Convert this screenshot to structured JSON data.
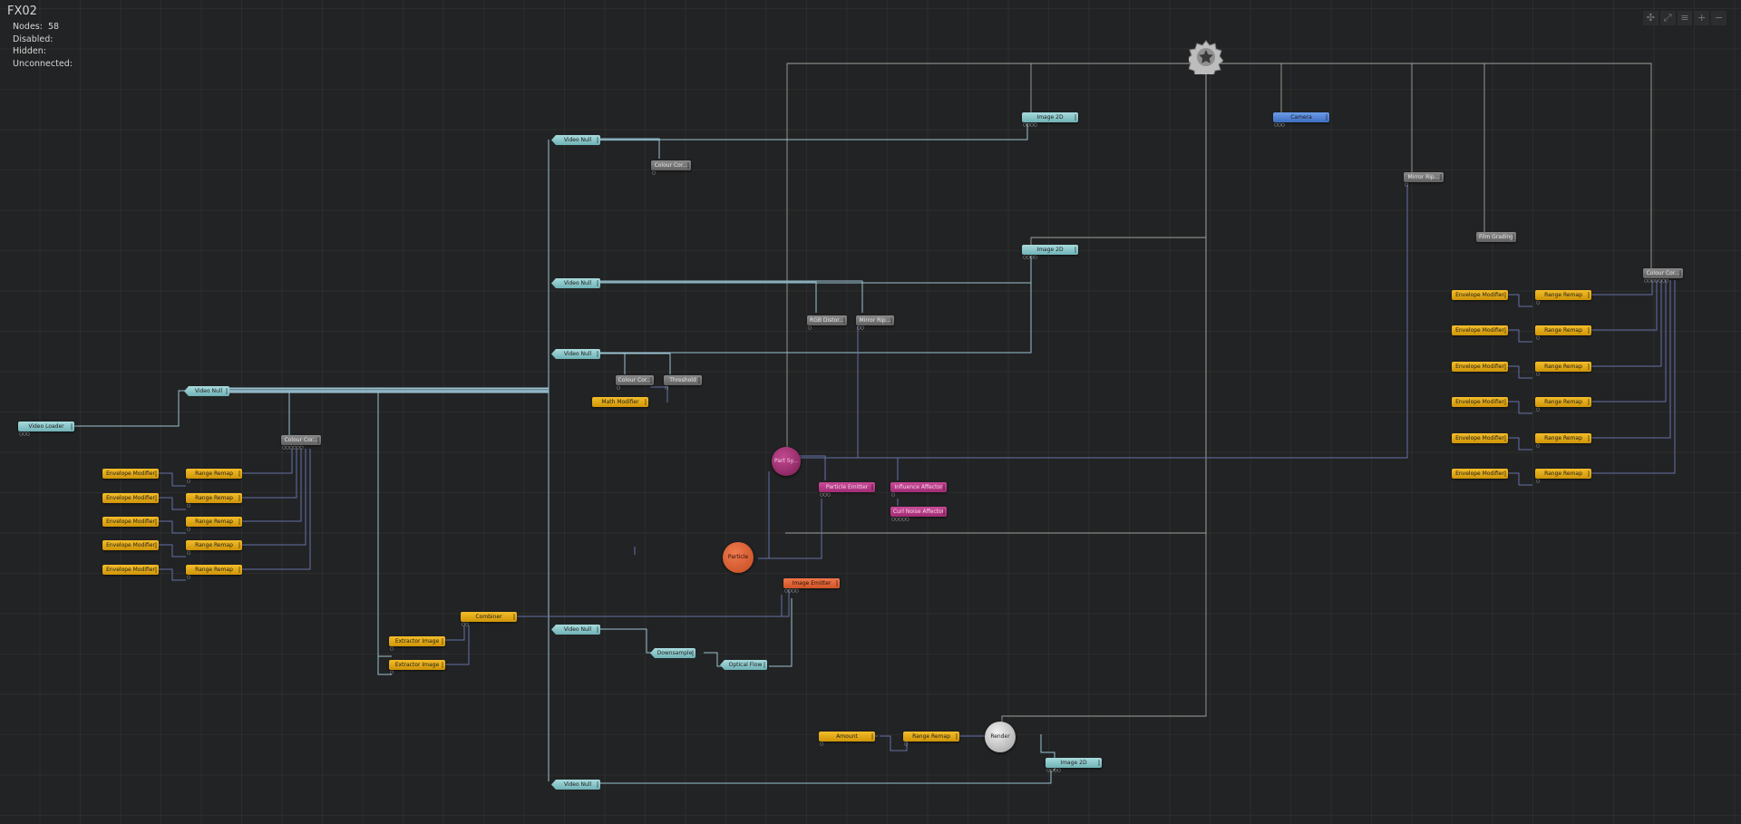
{
  "graph": {
    "title": "FX02"
  },
  "info": {
    "nodes_label": "Nodes:",
    "nodes_value": "58",
    "disabled_label": "Disabled:",
    "hidden_label": "Hidden:",
    "unconnected_label": "Unconnected:"
  },
  "nav_icons": [
    "move-icon",
    "fit-icon",
    "align-icon",
    "zoom-in-icon",
    "zoom-out-icon"
  ],
  "nav_glyphs": [
    "✣",
    "⤢",
    "≡",
    "+",
    "−"
  ],
  "colors": {
    "background": "#222324",
    "wire": "#8aa8bf",
    "wire_bright": "#b3d4e2",
    "wire_dark": "#5d6b9e",
    "video_node": "#7fc0c4",
    "modifier_node": "#e8a812",
    "gray_node": "#707070",
    "magenta_node": "#b43784",
    "orange_node": "#e0643a",
    "camera_node": "#4f82d6"
  },
  "nodes": {
    "video_loader": "Video Loader",
    "video_null_1": "Video Null",
    "video_null_2": "Video Null",
    "video_null_3": "Video Null",
    "video_null_4": "Video Null",
    "video_null_5": "Video Null",
    "video_null_6": "Video Null",
    "colour_cor_1": "Colour Cor...",
    "colour_cor_2": "Colour Cor...",
    "colour_cor_3": "Colour Cor...",
    "colour_cor_4": "Colour Cor...",
    "image_2d_1": "Image 2D",
    "image_2d_2": "Image 2D",
    "image_2d_3": "Image 2D",
    "camera": "Camera",
    "mirror_rip_1": "Mirror Rip...",
    "mirror_rip_2": "Mirror Rip...",
    "film_grading": "Film Grading",
    "rgb_distort": "RGB Distor...",
    "threshold": "Threshold",
    "math_modifier": "Math Modifier",
    "particle_system": "Part Sy...",
    "particle_emitter": "Particle Emitter",
    "influence_affector": "Influence Affector",
    "curl_noise_affector": "Curl Noise Affector",
    "particle": "Particle",
    "image_emitter": "Image Emitter",
    "combiner": "Combiner",
    "extractor_image_1": "Extractor Image",
    "extractor_image_2": "Extractor Image",
    "downsample": "Downsample",
    "optical_flow": "Optical Flow",
    "amount": "Amount",
    "range_remap_amount": "Range Remap",
    "render": "Render",
    "envelope_modifier": "Envelope Modifier",
    "range_remap": "Range Remap"
  }
}
